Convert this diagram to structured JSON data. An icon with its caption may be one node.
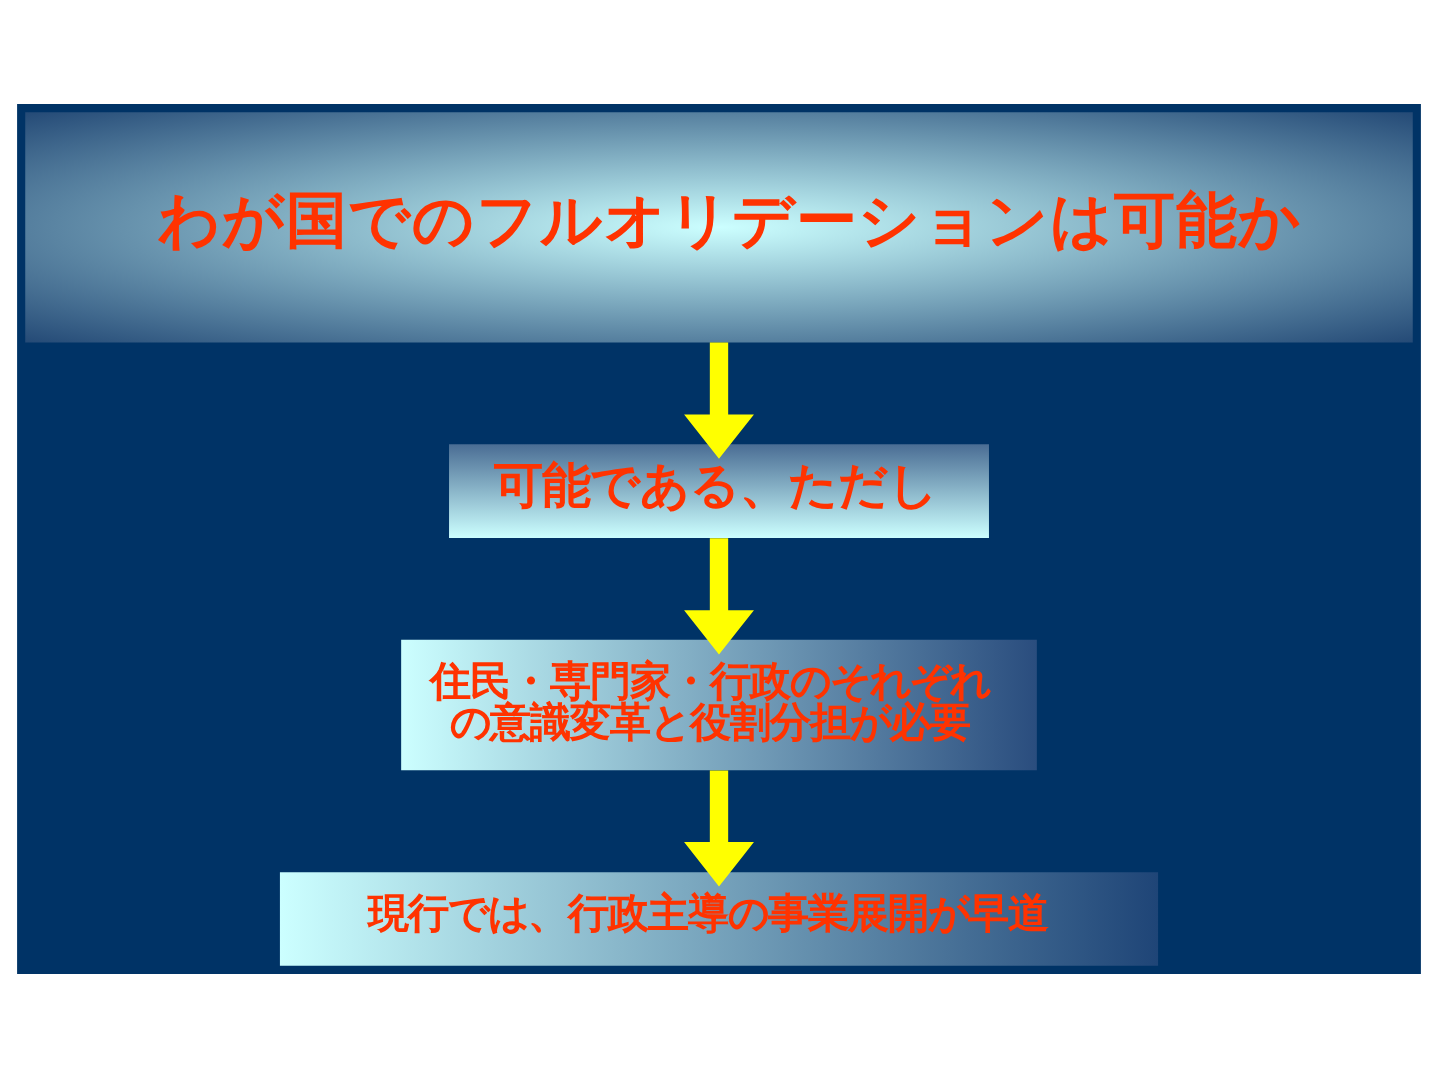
{
  "diagram": {
    "nodes": [
      {
        "text": [
          "わが国でのフルオリデーションは可能か"
        ]
      },
      {
        "text": [
          "可能である、ただし"
        ]
      },
      {
        "text": [
          "住民・専門家・行政のそれぞれの意識変革と役割分担が必要"
        ]
      },
      {
        "text": [
          "現行では、行政主導の事業展開が早道"
        ]
      }
    ],
    "edges": [
      {
        "from": 0,
        "to": 1,
        "arrow": "to"
      },
      {
        "from": 1,
        "to": 2,
        "arrow": "to"
      },
      {
        "from": 2,
        "to": 3,
        "arrow": "to"
      }
    ]
  }
}
